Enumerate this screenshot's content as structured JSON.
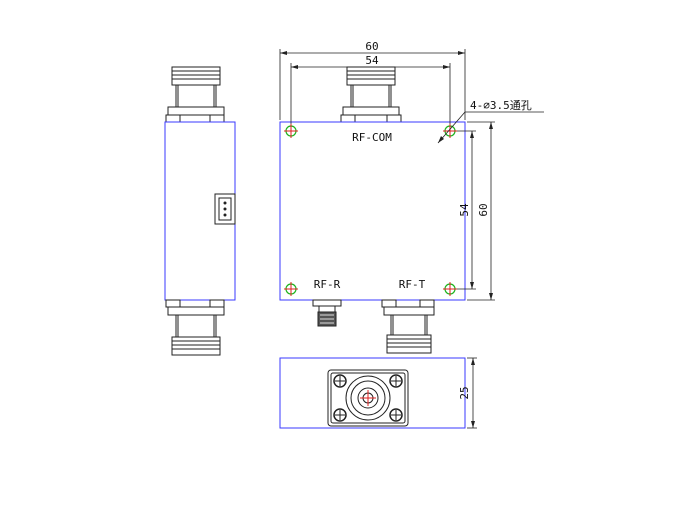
{
  "dimensions": {
    "top_outer": "60",
    "top_inner": "54",
    "right_inner": "54",
    "right_outer": "60",
    "bottom_height": "25",
    "hole_note": "4-⌀3.5通孔"
  },
  "ports": {
    "com": "RF-COM",
    "r": "RF-R",
    "t": "RF-T"
  },
  "colors": {
    "outline": "#3a3aff",
    "ink": "#222222",
    "hole_green": "#1db31d",
    "hole_red": "#e02020"
  },
  "icons": {
    "mount_hole": "crosshair-circle",
    "connector": "n-type-connector",
    "sma": "sma-connector"
  }
}
